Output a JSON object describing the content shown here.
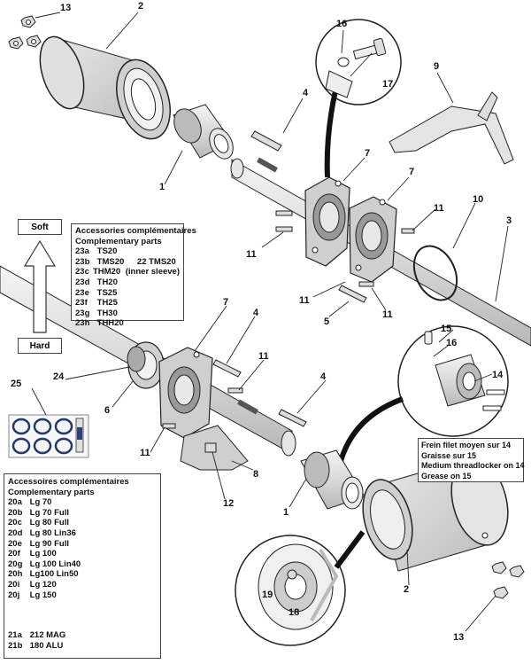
{
  "labels": {
    "soft": "Soft",
    "hard": "Hard"
  },
  "compat_box": {
    "title_fr": "Accessories complémentaires",
    "title_en": "Complementary parts",
    "rows": [
      {
        "code": "23a",
        "text": "TS20",
        "extra": ""
      },
      {
        "code": "23b",
        "text": "TMS20",
        "extra": "22  TMS20"
      },
      {
        "code": "23c",
        "text": "THM20",
        "extra": "(inner sleeve)"
      },
      {
        "code": "23d",
        "text": "TH20",
        "extra": ""
      },
      {
        "code": "23e",
        "text": "TS25",
        "extra": ""
      },
      {
        "code": "23f",
        "text": "TH25",
        "extra": ""
      },
      {
        "code": "23g",
        "text": "TH30",
        "extra": ""
      },
      {
        "code": "23h",
        "text": "THH20",
        "extra": ""
      }
    ]
  },
  "accessory_box": {
    "title_fr": "Accessoires complémentaires",
    "title_en": "Complementary parts",
    "hub_rows": [
      {
        "code": "20a",
        "text": "Lg 70"
      },
      {
        "code": "20b",
        "text": "Lg 70 Full"
      },
      {
        "code": "20c",
        "text": "Lg 80 Full"
      },
      {
        "code": "20d",
        "text": "Lg 80 Lin36"
      },
      {
        "code": "20e",
        "text": "Lg 90 Full"
      },
      {
        "code": "20f",
        "text": "Lg 100"
      },
      {
        "code": "20g",
        "text": "Lg 100 Lin40"
      },
      {
        "code": "20h",
        "text": "Lg100 Lin50"
      },
      {
        "code": "20i",
        "text": "Lg 120"
      },
      {
        "code": "20j",
        "text": "Lg 150"
      }
    ],
    "rim_rows": [
      {
        "code": "21a",
        "text": "212 MAG"
      },
      {
        "code": "21b",
        "text": "180 ALU"
      }
    ]
  },
  "grease_box": {
    "lines": [
      "Frein filet moyen sur 14",
      "Graisse sur 15",
      "Medium threadlocker on 14",
      "Grease on 15"
    ]
  },
  "callouts": {
    "c13a": "13",
    "c2a": "2",
    "c16": "16",
    "c17": "17",
    "c9": "9",
    "c4a": "4",
    "c1a": "1",
    "c7a": "7",
    "c7b": "7",
    "c10": "10",
    "c11a": "11",
    "c11b": "11",
    "c3": "3",
    "c11c": "11",
    "c11d": "11",
    "c5": "5",
    "c7c": "7",
    "c4b": "4",
    "c11e": "11",
    "c15": "15",
    "c16b": "16",
    "c14": "14",
    "c24": "24",
    "c25": "25",
    "c6": "6",
    "c4c": "4",
    "c11f": "11",
    "c8": "8",
    "c12": "12",
    "c1b": "1",
    "c19": "19",
    "c18": "18",
    "c2b": "2",
    "c13b": "13"
  }
}
